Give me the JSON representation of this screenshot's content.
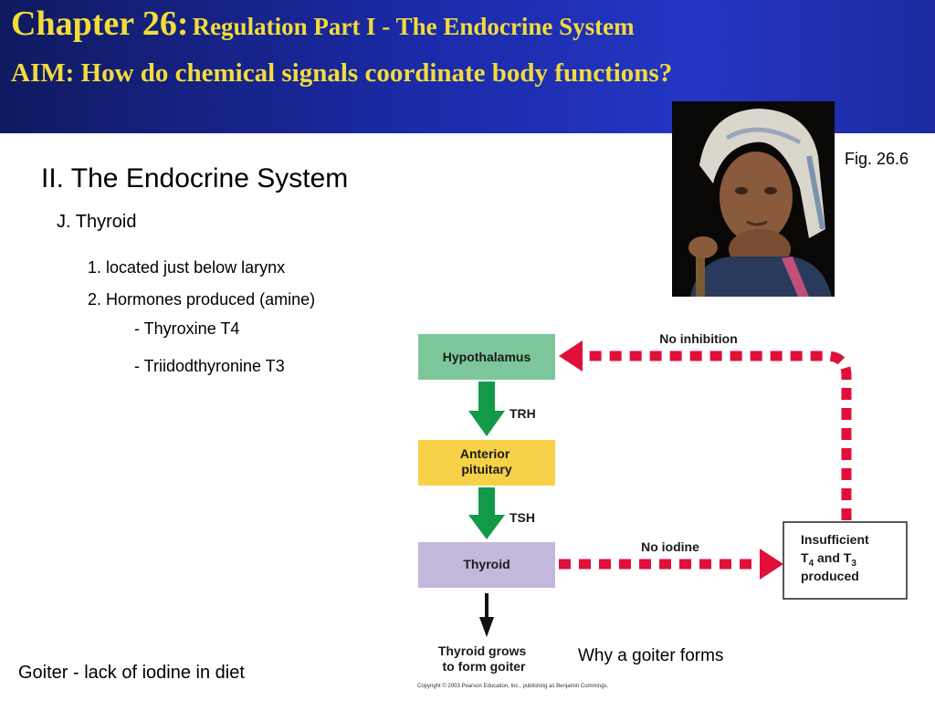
{
  "header": {
    "chapter": "Chapter 26:",
    "chapter_title": "Regulation Part I - The Endocrine System",
    "aim": "AIM: How do chemical signals coordinate body functions?"
  },
  "outline": {
    "section": "II. The Endocrine System",
    "subsection": "J. Thyroid",
    "point1": "1. located just below larynx",
    "point2": "2. Hormones produced (amine)",
    "sub1": "- Thyroxine T4",
    "sub2": "- Triidodthyronine T3"
  },
  "figure_label": "Fig. 26.6",
  "photo_caption": "Goiter - lack of iodine in diet",
  "diagram": {
    "hypothalamus": "Hypothalamus",
    "trh": "TRH",
    "anterior_pituitary_line1": "Anterior",
    "anterior_pituitary_line2": "pituitary",
    "tsh": "TSH",
    "thyroid": "Thyroid",
    "no_inhibition": "No inhibition",
    "no_iodine": "No iodine",
    "insufficient_line1": "Insufficient",
    "insufficient_t4": "T",
    "insufficient_sub4": "4",
    "insufficient_and": " and T",
    "insufficient_sub3": "3",
    "insufficient_line3": "produced",
    "grows_line1": "Thyroid grows",
    "grows_line2": "to form goiter",
    "copyright": "Copyright © 2003 Pearson Education, Inc., publishing as Benjamin Cummings.",
    "colors": {
      "hypothalamus": "#7dc79a",
      "pituitary": "#f7d148",
      "thyroid": "#c4b7dc",
      "green_arrow": "#139a49",
      "red_dash": "#e0103a"
    }
  },
  "diagram_caption": "Why a goiter forms"
}
